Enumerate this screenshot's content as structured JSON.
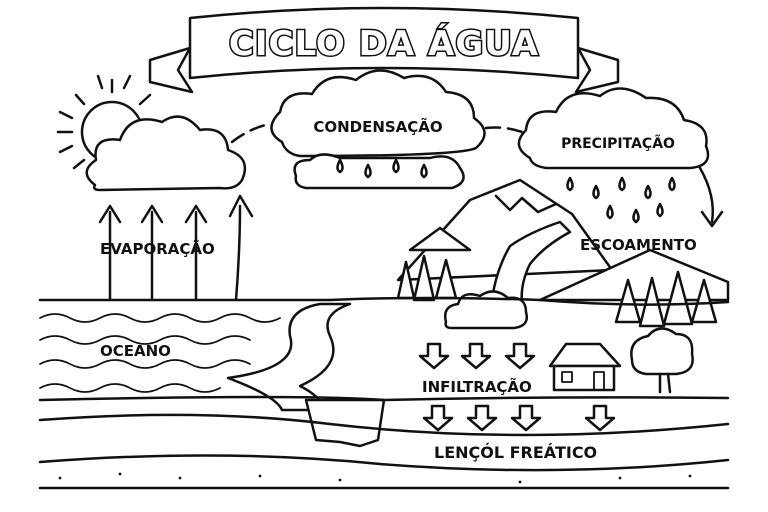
{
  "title": "CICLO DA ÁGUA",
  "labels": {
    "evaporation": "EVAPORAÇÃO",
    "condensation": "CONDENSAÇÃO",
    "precipitation": "PRECIPITAÇÃO",
    "runoff": "ESCOAMENTO",
    "ocean": "OCEANO",
    "infiltration": "INFILTRAÇÃO",
    "groundwater": "LENÇÓL FREÁTICO"
  },
  "colors": {
    "ink": "#111111",
    "paper": "#ffffff"
  }
}
